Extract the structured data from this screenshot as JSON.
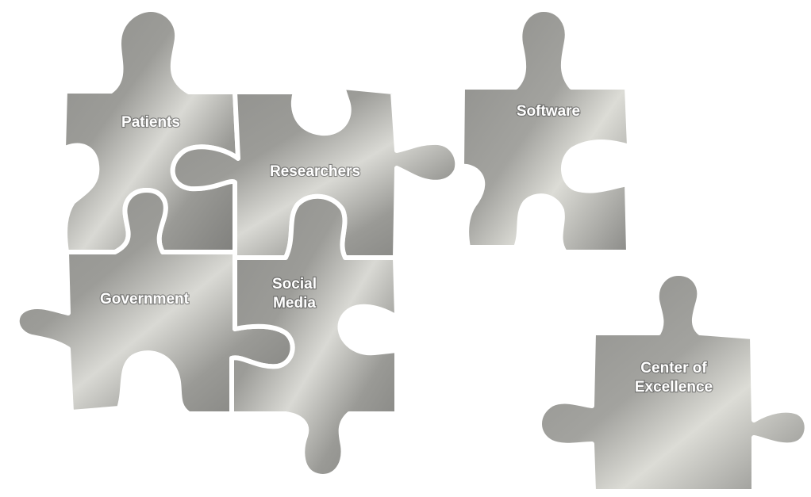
{
  "pieces": [
    {
      "id": "patients",
      "lines": [
        "Patients"
      ]
    },
    {
      "id": "researchers",
      "lines": [
        "Researchers"
      ]
    },
    {
      "id": "government",
      "lines": [
        "Government"
      ]
    },
    {
      "id": "social-media",
      "lines": [
        "Social",
        "Media"
      ]
    },
    {
      "id": "software",
      "lines": [
        "Software"
      ]
    },
    {
      "id": "center-of-excellence",
      "lines": [
        "Center of",
        "Excellence"
      ]
    }
  ]
}
